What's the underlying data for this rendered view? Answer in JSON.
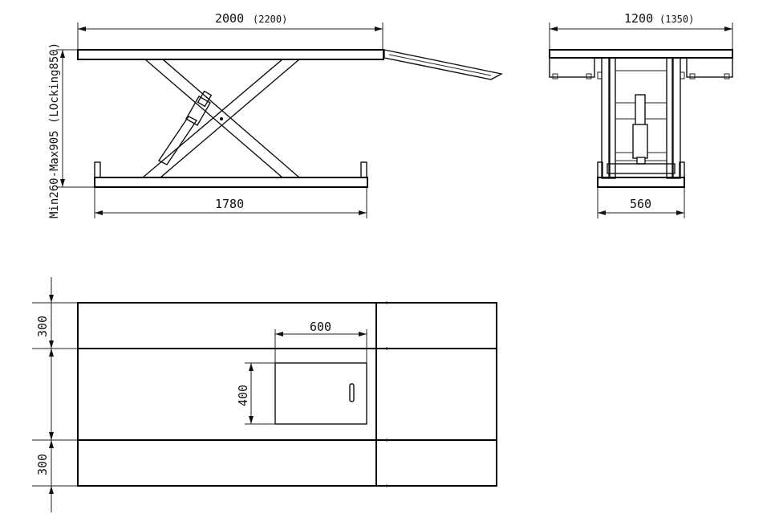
{
  "side_view": {
    "length_dim": "2000",
    "length_alt": "(2200)",
    "base_dim": "1780",
    "height_dim": "Min260-Max905 (LOcking850)"
  },
  "front_view": {
    "width_dim": "1200",
    "width_alt": "(1350)",
    "base_dim": "560"
  },
  "top_view": {
    "top_strip_dim": "300",
    "bottom_strip_dim": "300",
    "panel_width_dim": "600",
    "panel_height_dim": "400"
  }
}
